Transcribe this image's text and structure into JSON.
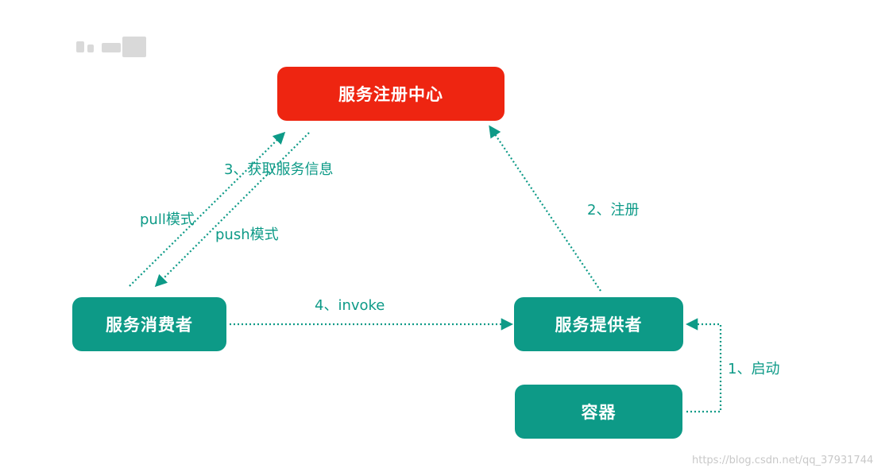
{
  "nodes": {
    "registry": "服务注册中心",
    "consumer": "服务消费者",
    "provider": "服务提供者",
    "container": "容器"
  },
  "edges": {
    "step1": "1、启动",
    "step2": "2、注册",
    "step3": "3、获取服务信息",
    "pull": "pull模式",
    "push": "push模式",
    "step4": "4、invoke"
  },
  "watermark": "https://blog.csdn.net/qq_37931744",
  "colors": {
    "registry": "#ee2511",
    "node": "#0d9a87",
    "arrow": "#0d9a87"
  }
}
